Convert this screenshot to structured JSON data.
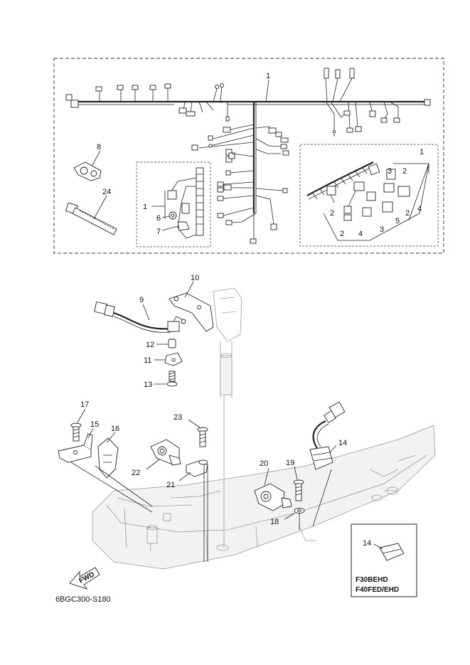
{
  "callouts": {
    "c1_main": "1",
    "c1_inset_left": "1",
    "c1_inset_right": "1",
    "c2": "2",
    "c3": "3",
    "c4": "4",
    "c5": "5",
    "c6": "6",
    "c7": "7",
    "c8": "8",
    "c9": "9",
    "c10": "10",
    "c11": "11",
    "c12": "12",
    "c13": "13",
    "c14": "14",
    "c14_inset": "14",
    "c15": "15",
    "c16": "16",
    "c17": "17",
    "c18": "18",
    "c19": "19",
    "c20": "20",
    "c21": "21",
    "c22": "22",
    "c23": "23",
    "c24": "24"
  },
  "fwd_label": "FWD",
  "model_box": {
    "line1": "F30BEHD",
    "line2": "F40FED/EHD"
  },
  "figure_code": "6BGC300-S180"
}
